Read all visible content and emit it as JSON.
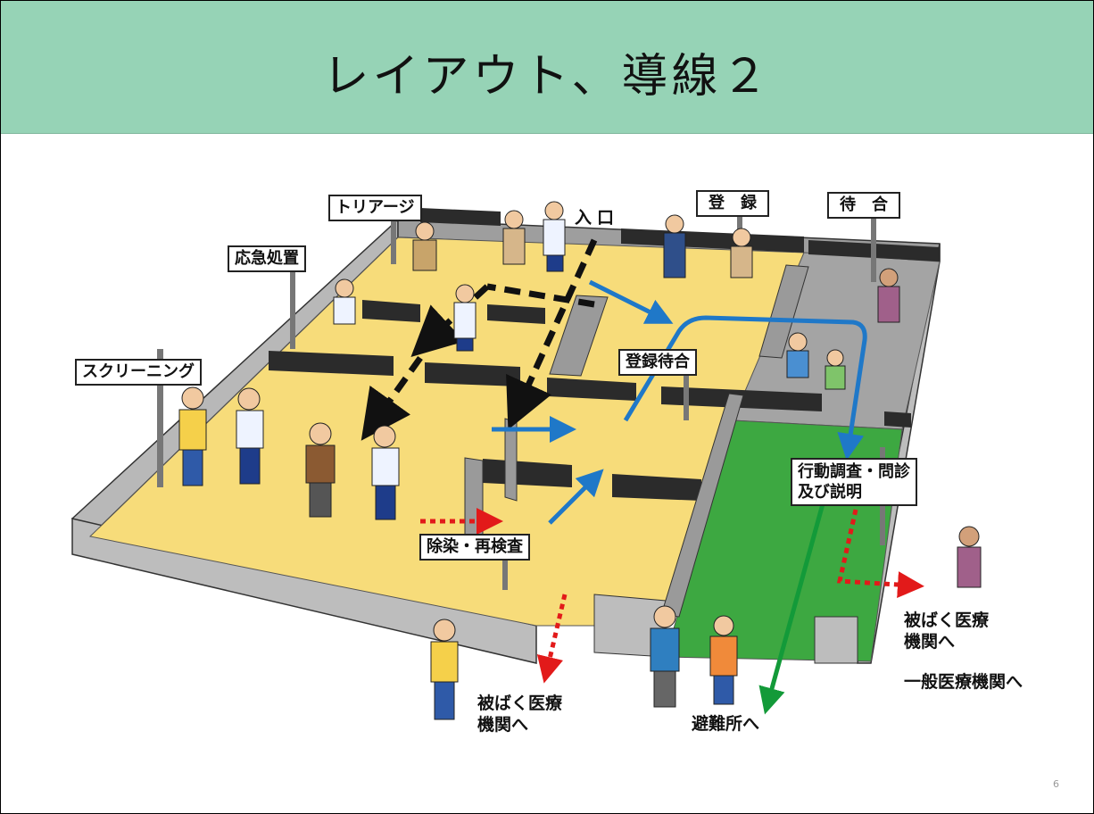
{
  "title": "レイアウト、導線２",
  "page_number": "6",
  "stations": {
    "triage": "トリアージ",
    "entrance": "入口",
    "first_aid": "応急処置",
    "registration": "登　録",
    "waiting": "待　合",
    "screening": "スクリーニング",
    "registration_waiting": "登録待合",
    "decon": "除染・再検査",
    "interview_line1": "行動調査・問診",
    "interview_line2": "及び説明"
  },
  "destinations": {
    "exposure_medical_left_1": "被ばく医療",
    "exposure_medical_left_2": "機関へ",
    "shelter": "避難所へ",
    "exposure_medical_right_1": "被ばく医療",
    "exposure_medical_right_2": "機関へ",
    "general_medical": "一般医療機関へ"
  },
  "colors": {
    "title_bar": "#96d3b6",
    "floor_yellow": "#f7dc7a",
    "floor_gray": "#a4a4a4",
    "floor_green": "#3da841",
    "wall_gray": "#b8b8b8",
    "partition_dark": "#2b2b2b",
    "arrow_black": "#111111",
    "arrow_blue": "#1f78c8",
    "arrow_red": "#e21a1a",
    "arrow_green": "#139a39"
  }
}
